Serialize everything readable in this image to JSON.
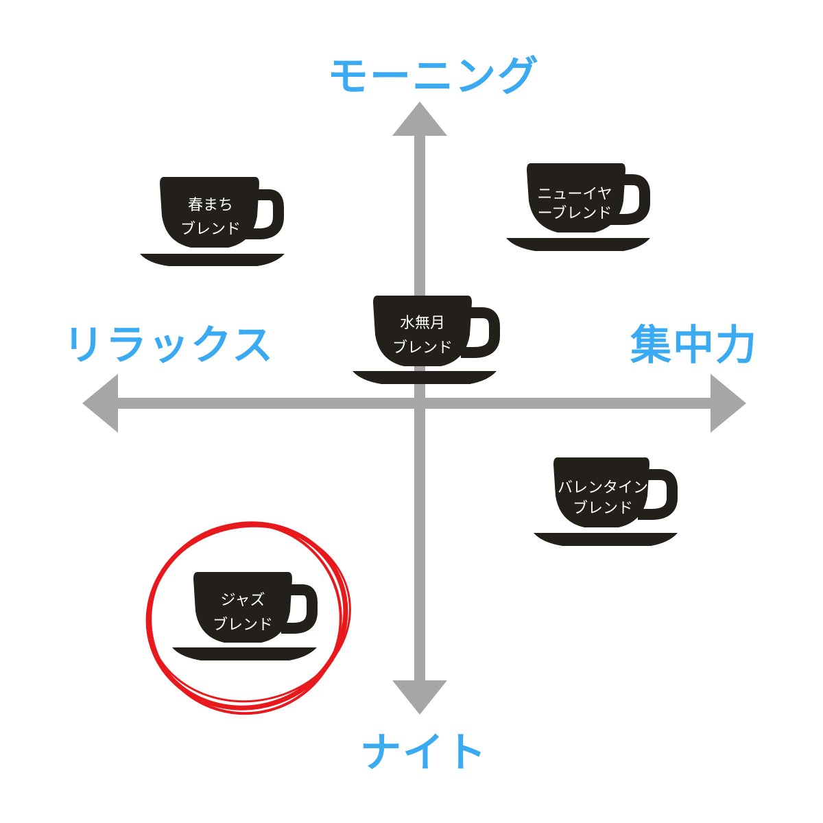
{
  "axes": {
    "top": "モーニング",
    "bottom": "ナイト",
    "left": "リラックス",
    "right": "集中力"
  },
  "colors": {
    "axis": "#a6a6a6",
    "axis_label": "#3aaaf2",
    "cup": "#231f1a",
    "cup_text": "#ffffff",
    "highlight": "#e8191c"
  },
  "blends": [
    {
      "id": "haru-machi",
      "line1": "春まち",
      "line2": "ブレンド",
      "highlighted": false
    },
    {
      "id": "new-year",
      "line1": "ニューイヤ",
      "line2": "ーブレンド",
      "highlighted": false
    },
    {
      "id": "minazuki",
      "line1": "水無月",
      "line2": "ブレンド",
      "highlighted": false
    },
    {
      "id": "valentine",
      "line1": "バレンタイン",
      "line2": "ブレンド",
      "highlighted": false
    },
    {
      "id": "jazz",
      "line1": "ジャズ",
      "line2": "ブレンド",
      "highlighted": true
    }
  ]
}
